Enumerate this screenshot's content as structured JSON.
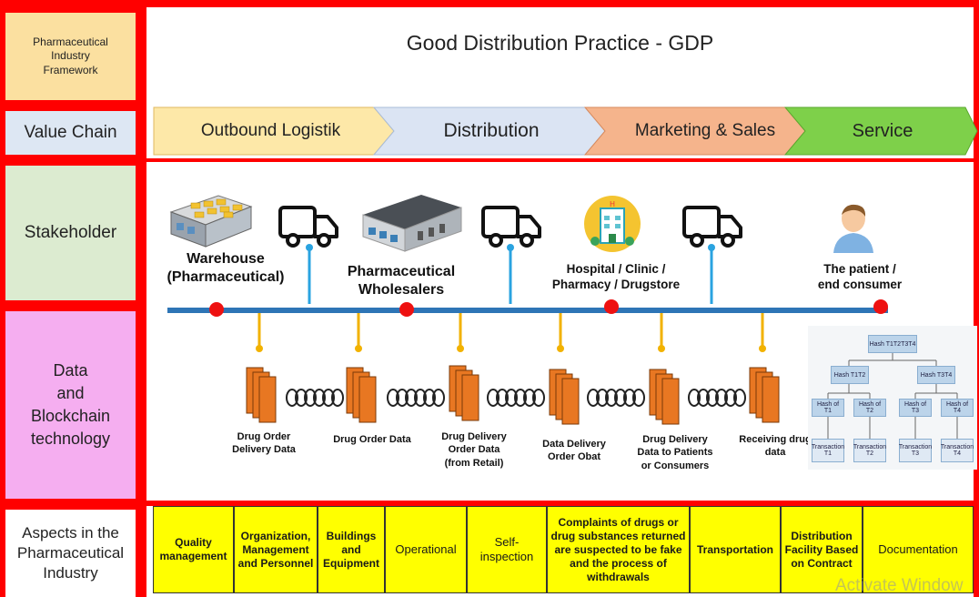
{
  "title": "Good Distribution Practice - GDP",
  "framework": {
    "header": "Pharmaceutical Industry Framework",
    "value_chain": "Value Chain",
    "stakeholder": "Stakeholder",
    "data_blockchain": [
      "Data",
      "and",
      "Blockchain",
      "technology"
    ],
    "aspects": [
      "Aspects in the",
      "Pharmaceutical",
      "Industry"
    ]
  },
  "value_chain_steps": [
    "Outbound Logistik",
    "Distribution",
    "Marketing & Sales",
    "Service"
  ],
  "stakeholders": {
    "warehouse": [
      "Warehouse",
      "(Pharmaceutical)"
    ],
    "wholesalers": [
      "Pharmaceutical",
      "Wholesalers"
    ],
    "hospital": [
      "Hospital / Clinic /",
      "Pharmacy / Drugstore"
    ],
    "patient": [
      "The patient /",
      "end consumer"
    ]
  },
  "data_blocks": [
    [
      "Drug Order",
      "Delivery Data"
    ],
    [
      "Drug Order Data"
    ],
    [
      "Drug Delivery",
      "Order Data",
      "(from Retail)"
    ],
    [
      "Data Delivery",
      "Order Obat"
    ],
    [
      "Drug Delivery",
      "Data to Patients",
      "or Consumers"
    ],
    [
      "Receiving drug",
      "data"
    ]
  ],
  "merkle_tree": {
    "root": "Hash T1T2T3T4",
    "level1": [
      "Hash T1T2",
      "Hash T3T4"
    ],
    "level2": [
      "Hash of T1",
      "Hash of T2",
      "Hash of T3",
      "Hash of T4"
    ],
    "leaves": [
      "Transaction T1",
      "Transaction T2",
      "Transaction T3",
      "Transaction T4"
    ]
  },
  "aspect_items": [
    "Quality management",
    "Organization, Management and Personnel",
    "Buildings and Equipment",
    "Operational",
    "Self-inspection",
    "Complaints of drugs or drug substances returned are suspected to be fake and the process of withdrawals",
    "Transportation",
    "Distribution Facility Based on Contract",
    "Documentation"
  ],
  "watermark": "Activate Window",
  "colors": {
    "frame_red": "#ff0000",
    "header_fill": "#fbe0a0",
    "value_chain_fill": "#dde7f3",
    "stakeholder_fill": "#dcebd0",
    "blockchain_fill": "#f5aef0",
    "chevron_outbound": "#fde8a8",
    "chevron_distribution": "#dbe4f3",
    "chevron_marketing": "#f5b48c",
    "chevron_service": "#7ed04a",
    "timeline_blue": "#2e75b6",
    "node_red": "#ee1111",
    "block_orange": "#e87722",
    "aspect_yellow": "#ffff00"
  },
  "icons": [
    "warehouse-icon",
    "truck-icon",
    "wholesaler-building-icon",
    "hospital-icon",
    "patient-icon",
    "block-stack-icon",
    "chain-link-icon"
  ]
}
